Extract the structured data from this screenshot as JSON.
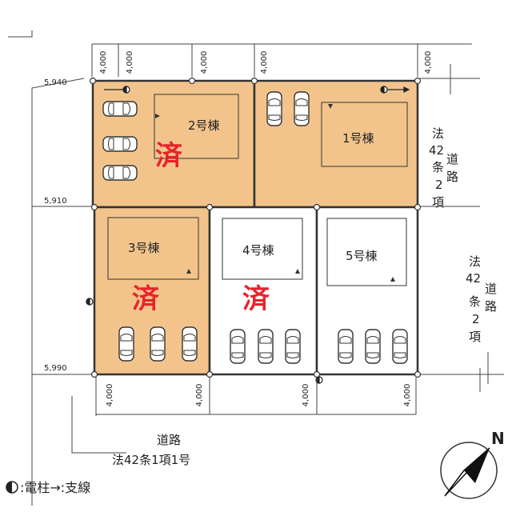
{
  "diagram": {
    "type": "site-plan",
    "lots": [
      {
        "id": "lot-2",
        "name": "2号棟",
        "sold": true,
        "sold_mark": "済",
        "color": "#f2c48c"
      },
      {
        "id": "lot-1",
        "name": "1号棟",
        "sold": false,
        "color": "#f2c48c"
      },
      {
        "id": "lot-3",
        "name": "3号棟",
        "sold": true,
        "sold_mark": "済",
        "color": "#f2c48c"
      },
      {
        "id": "lot-4",
        "name": "4号棟",
        "sold": true,
        "sold_mark": "済",
        "color": "#ffffff"
      },
      {
        "id": "lot-5",
        "name": "5号棟",
        "sold": false,
        "color": "#ffffff"
      }
    ],
    "left_dimensions": [
      "5,940",
      "5,910",
      "5,990"
    ],
    "top_dimensions": [
      "4,000",
      "4,000",
      "4,000",
      "4,000",
      "4,000"
    ],
    "bottom_dimensions": [
      "4,000",
      "4,000",
      "4,000",
      "4,000"
    ],
    "right_road_label_1": [
      "法",
      "42",
      "条",
      "2",
      "項"
    ],
    "right_road_label_1_side": [
      "道",
      "路"
    ],
    "right_road_label_2": [
      "法",
      "42",
      "条",
      "2",
      "項"
    ],
    "right_road_label_2_side": [
      "道",
      "路"
    ],
    "bottom_road": {
      "line1": "道路",
      "line2": "法42条1項1号"
    },
    "legend": ":電柱→:支線",
    "north": "N"
  }
}
